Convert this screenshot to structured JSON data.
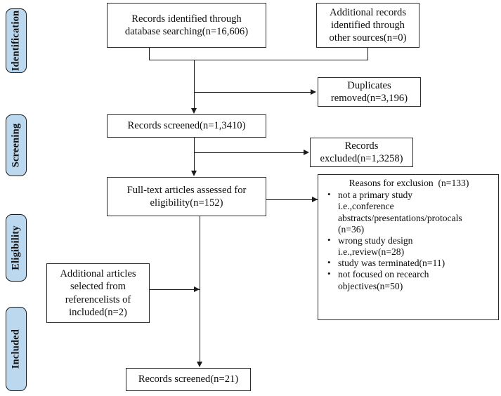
{
  "diagram": {
    "title": "PRISMA study selection flow diagram",
    "accent_color": "#bcd8ef",
    "border_color": "#2b2b2b",
    "background_color": "#ffffff"
  },
  "stages": [
    {
      "label": "Identification"
    },
    {
      "label": "Screening"
    },
    {
      "label": "Eligibility"
    },
    {
      "label": "Included"
    }
  ],
  "nodes": {
    "records_identified": {
      "line1": "Records identified through",
      "line2": "database searching(n=16,606)"
    },
    "additional_records": {
      "line1": "Additional records",
      "line2": "identified through",
      "line3": "other sources(n=0)"
    },
    "duplicates_removed": {
      "line1": "Duplicates",
      "line2": "removed(n=3,196)"
    },
    "records_screened": {
      "line1": "Records screened(n=1,3410)"
    },
    "records_excluded": {
      "line1": "Records",
      "line2": "excluded(n=1,3258)"
    },
    "fulltext_assessed": {
      "line1": "Full-text articles assessed for",
      "line2": "eligibility(n=152)"
    },
    "additional_articles": {
      "line1": "Additional articles",
      "line2": "selected from",
      "line3": "referencelists of",
      "line4": "included(n=2)"
    },
    "reasons_for_exclusion": {
      "title": "Reasons for exclusion  (n=133)",
      "items": [
        "not a primary study\ni.e.,conference\nabstracts/presentations/protocals\n(n=36)",
        "wrong study design\ni.e.,review(n=28)",
        "study was terminated(n=11)",
        "not focused on recearch\nobjectives(n=50)"
      ]
    },
    "records_included": {
      "line1": "Records screened(n=21)"
    }
  }
}
